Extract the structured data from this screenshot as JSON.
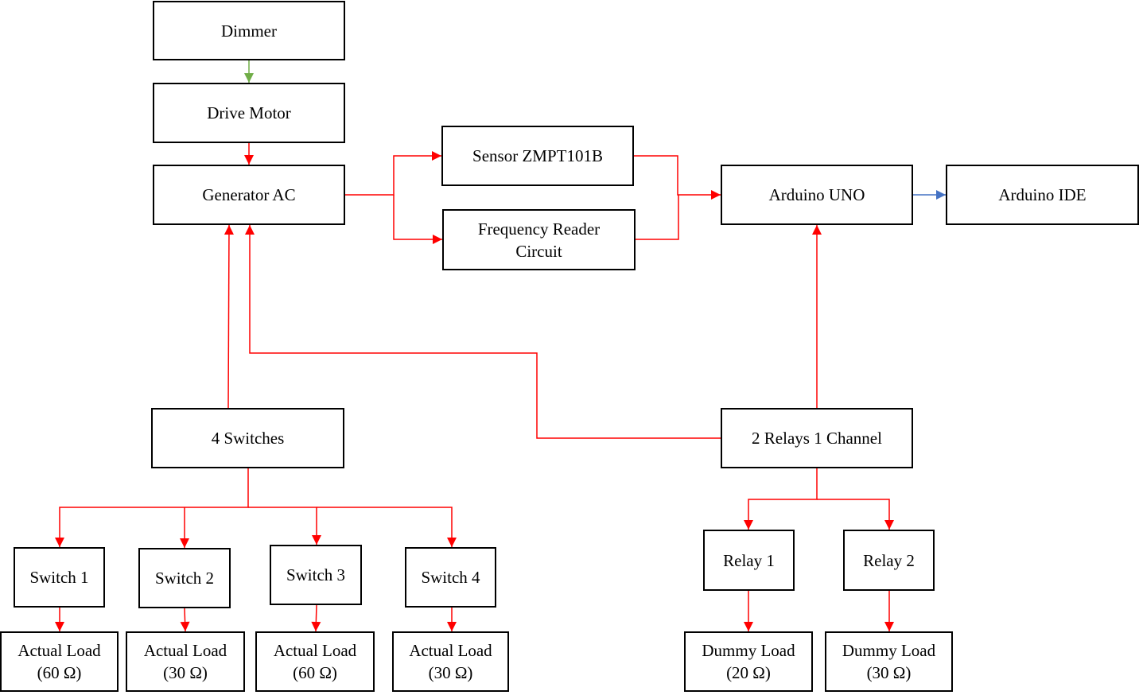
{
  "diagram": {
    "colors": {
      "power": "#ff0000",
      "control": "#70ad47",
      "data": "#4472c4",
      "border": "#000000"
    },
    "nodes": {
      "dimmer": {
        "lines": [
          "Dimmer"
        ]
      },
      "drive_motor": {
        "lines": [
          "Drive Motor"
        ]
      },
      "generator_ac": {
        "lines": [
          "Generator AC"
        ]
      },
      "sensor": {
        "lines": [
          "Sensor ZMPT101B"
        ]
      },
      "freq_reader": {
        "lines": [
          "Frequency Reader",
          "Circuit"
        ]
      },
      "arduino_uno": {
        "lines": [
          "Arduino UNO"
        ]
      },
      "arduino_ide": {
        "lines": [
          "Arduino IDE"
        ]
      },
      "four_switches": {
        "lines": [
          "4 Switches"
        ]
      },
      "relays": {
        "lines": [
          "2 Relays 1 Channel"
        ]
      },
      "switch1": {
        "lines": [
          "Switch 1"
        ]
      },
      "switch2": {
        "lines": [
          "Switch 2"
        ]
      },
      "switch3": {
        "lines": [
          "Switch 3"
        ]
      },
      "switch4": {
        "lines": [
          "Switch 4"
        ]
      },
      "load1": {
        "lines": [
          "Actual Load",
          "(60 Ω)"
        ]
      },
      "load2": {
        "lines": [
          "Actual Load",
          "(30 Ω)"
        ]
      },
      "load3": {
        "lines": [
          "Actual Load",
          "(60 Ω)"
        ]
      },
      "load4": {
        "lines": [
          "Actual Load",
          "(30 Ω)"
        ]
      },
      "relay1": {
        "lines": [
          "Relay 1"
        ]
      },
      "relay2": {
        "lines": [
          "Relay 2"
        ]
      },
      "dummy1": {
        "lines": [
          "Dummy Load",
          "(20 Ω)"
        ]
      },
      "dummy2": {
        "lines": [
          "Dummy Load",
          "(30 Ω)"
        ]
      }
    },
    "edges": [
      {
        "from": "dimmer",
        "to": "drive_motor",
        "kind": "control"
      },
      {
        "from": "drive_motor",
        "to": "generator_ac",
        "kind": "power"
      },
      {
        "from": "generator_ac",
        "to": "sensor",
        "kind": "power"
      },
      {
        "from": "generator_ac",
        "to": "freq_reader",
        "kind": "power"
      },
      {
        "from": "sensor",
        "to": "arduino_uno",
        "kind": "power"
      },
      {
        "from": "freq_reader",
        "to": "arduino_uno",
        "kind": "power"
      },
      {
        "from": "arduino_uno",
        "to": "arduino_ide",
        "kind": "data"
      },
      {
        "from": "four_switches",
        "to": "generator_ac",
        "kind": "power"
      },
      {
        "from": "relays",
        "to": "generator_ac",
        "kind": "power"
      },
      {
        "from": "relays",
        "to": "arduino_uno",
        "kind": "power"
      },
      {
        "from": "four_switches",
        "to": "switch1",
        "kind": "power"
      },
      {
        "from": "four_switches",
        "to": "switch2",
        "kind": "power"
      },
      {
        "from": "four_switches",
        "to": "switch3",
        "kind": "power"
      },
      {
        "from": "four_switches",
        "to": "switch4",
        "kind": "power"
      },
      {
        "from": "switch1",
        "to": "load1",
        "kind": "power"
      },
      {
        "from": "switch2",
        "to": "load2",
        "kind": "power"
      },
      {
        "from": "switch3",
        "to": "load3",
        "kind": "power"
      },
      {
        "from": "switch4",
        "to": "load4",
        "kind": "power"
      },
      {
        "from": "relays",
        "to": "relay1",
        "kind": "power"
      },
      {
        "from": "relays",
        "to": "relay2",
        "kind": "power"
      },
      {
        "from": "relay1",
        "to": "dummy1",
        "kind": "power"
      },
      {
        "from": "relay2",
        "to": "dummy2",
        "kind": "power"
      }
    ]
  }
}
